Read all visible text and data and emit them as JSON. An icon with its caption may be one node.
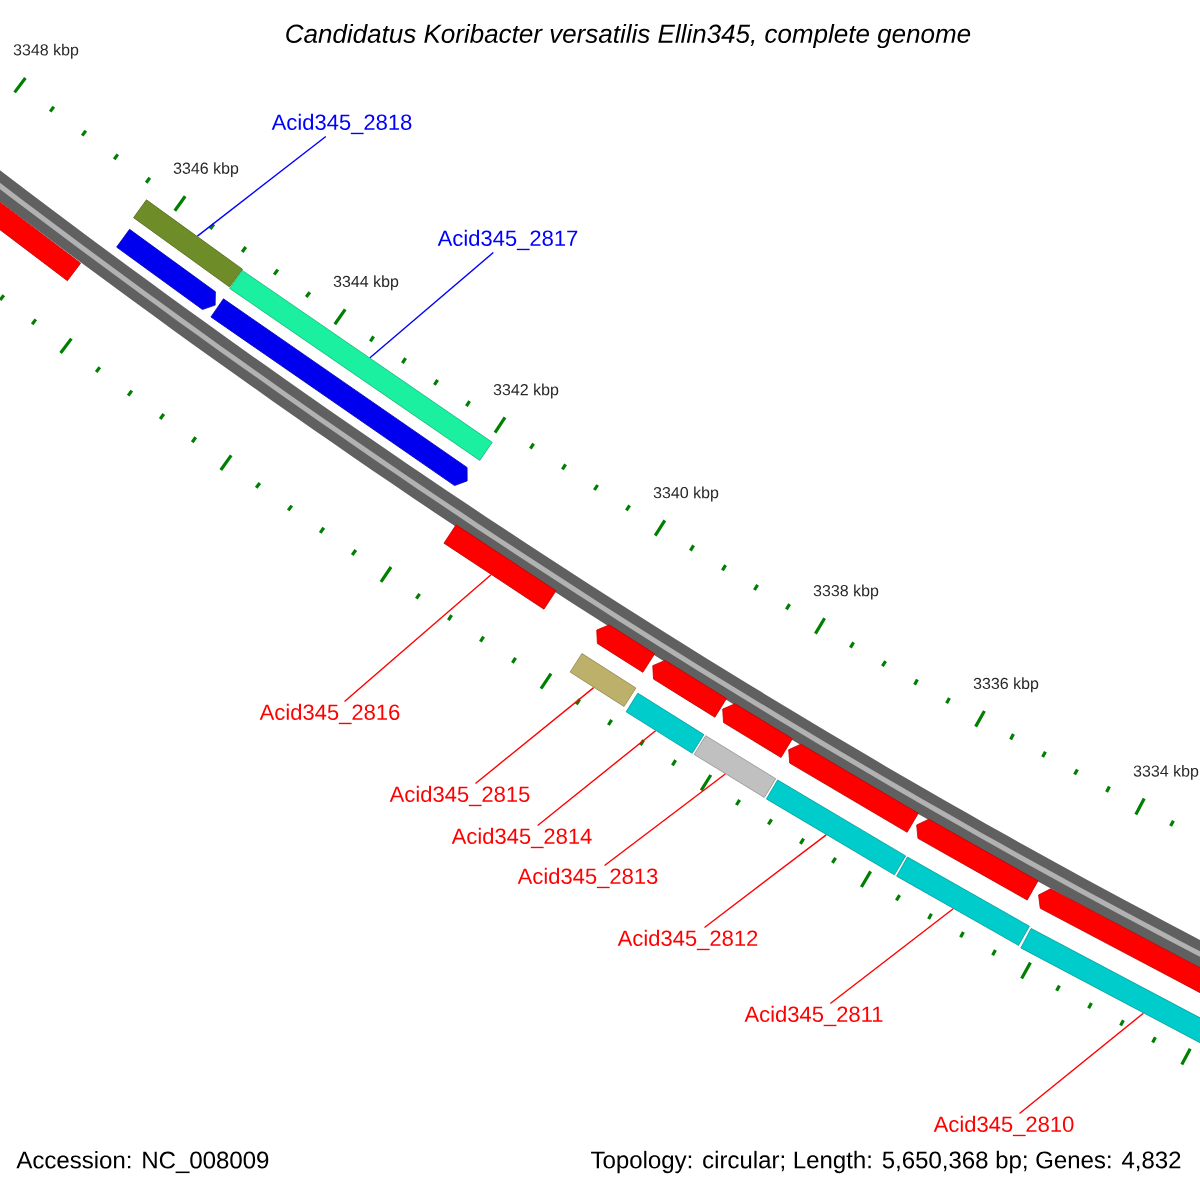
{
  "diagram": {
    "title": "Candidatus Koribacter versatilis Ellin345, complete genome",
    "nodes": [
      {
        "text": [
          "Acid345_2818"
        ]
      },
      {
        "text": [
          "Acid345_2817"
        ]
      },
      {
        "text": [
          "Acid345_2816"
        ]
      },
      {
        "text": [
          "Acid345_2815"
        ]
      },
      {
        "text": [
          "Acid345_2814"
        ]
      },
      {
        "text": [
          "Acid345_2813"
        ]
      },
      {
        "text": [
          "Acid345_2812"
        ]
      },
      {
        "text": [
          "Acid345_2811"
        ]
      },
      {
        "text": [
          "Acid345_2810"
        ]
      },
      {
        "text": [],
        "shape": "bar"
      },
      {
        "text": [],
        "shape": "bar"
      },
      {
        "text": [],
        "shape": "bar"
      },
      {
        "text": [],
        "shape": "bar"
      },
      {
        "text": [],
        "shape": "bar"
      },
      {
        "text": [],
        "shape": "bar"
      },
      {
        "text": [],
        "shape": "bar"
      },
      {
        "text": [],
        "shape": "bar"
      },
      {
        "text": [],
        "shape": "bar"
      },
      {
        "text": [],
        "shape": "bar"
      },
      {
        "text": [],
        "shape": "bar"
      },
      {
        "text": [],
        "shape": "bar"
      },
      {
        "text": [],
        "shape": "bar"
      },
      {
        "text": [],
        "shape": "bar"
      },
      {
        "text": [],
        "shape": "bar"
      },
      {
        "text": [],
        "shape": "bar"
      },
      {
        "text": [],
        "shape": "bar"
      },
      {
        "text": [],
        "shape": "bar"
      }
    ],
    "edges": [
      {
        "from": 0,
        "to": 9,
        "arrow": "none",
        "color": "#0000ff"
      },
      {
        "from": 1,
        "to": 10,
        "arrow": "none",
        "color": "#0000ff"
      },
      {
        "from": 2,
        "to": 11,
        "arrow": "none"
      },
      {
        "from": 3,
        "to": 12,
        "arrow": "none"
      },
      {
        "from": 4,
        "to": 13,
        "arrow": "none"
      },
      {
        "from": 5,
        "to": 14,
        "arrow": "none"
      },
      {
        "from": 6,
        "to": 15,
        "arrow": "none"
      },
      {
        "from": 7,
        "to": 16,
        "arrow": "none"
      },
      {
        "from": 8,
        "to": 17,
        "arrow": "none"
      }
    ],
    "labels": [
      "3348 kbp",
      "3346 kbp",
      "3344 kbp",
      "3342 kbp",
      "3340 kbp",
      "3338 kbp",
      "3336 kbp",
      "3334 kbp",
      "Accession: NC_008009",
      "Topology: circular; Length: 5,650,368 bp; Genes: 4,832"
    ]
  }
}
